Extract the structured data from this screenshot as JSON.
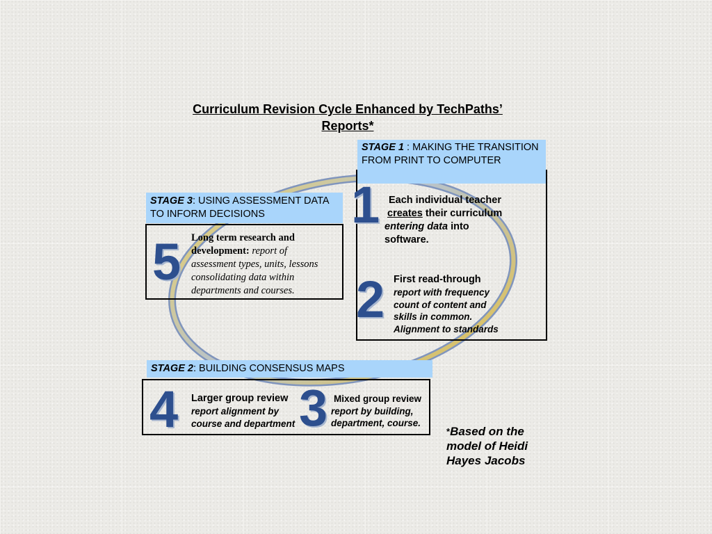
{
  "title": {
    "line1": "Curriculum Revision Cycle Enhanced by TechPaths’",
    "line2": "Reports*"
  },
  "colors": {
    "header_bg": "#a9d5fb",
    "number": "#2d4f8e",
    "ring_blue": "#6d86b5",
    "ring_gold": "#e6c95a"
  },
  "stage1": {
    "label": "STAGE 1",
    "sep": " :  ",
    "text": "MAKING THE TRANSITION FROM PRINT TO COMPUTER",
    "step1": {
      "number": "1",
      "line1": "Each individual teacher",
      "creates": "creates",
      "line2_rest": " their curriculum",
      "entering": "entering data",
      "line3_rest": " into",
      "line4": "software."
    },
    "step2": {
      "number": "2",
      "line1": "First read-through",
      "line2": "report with frequency",
      "line3": "count of content and",
      "line4": "skills in common.",
      "line5": "Alignment to standards"
    }
  },
  "stage3": {
    "label": "STAGE 3",
    "sep": ": ",
    "text": "USING ASSESSMENT DATA TO INFORM DECISIONS",
    "step5": {
      "number": "5",
      "line1": "Long term research and",
      "line2_bold": "development: ",
      "line2_ital": "report of",
      "line3": "assessment types, units, lessons",
      "line4": "consolidating data within",
      "line5": "departments and courses."
    }
  },
  "stage2": {
    "label": "STAGE 2",
    "sep": ":  ",
    "text": "BUILDING CONSENSUS MAPS",
    "step4": {
      "number": "4",
      "line1": "Larger group review",
      "line2": "report  alignment  by",
      "line3": "course and department"
    },
    "step3": {
      "number": "3",
      "line1": "Mixed group review",
      "line2": "report by building,",
      "line3": "department, course."
    }
  },
  "footnote": {
    "star": "*",
    "line1": "Based on the",
    "line2": "model of Heidi",
    "line3": "Hayes Jacobs"
  }
}
